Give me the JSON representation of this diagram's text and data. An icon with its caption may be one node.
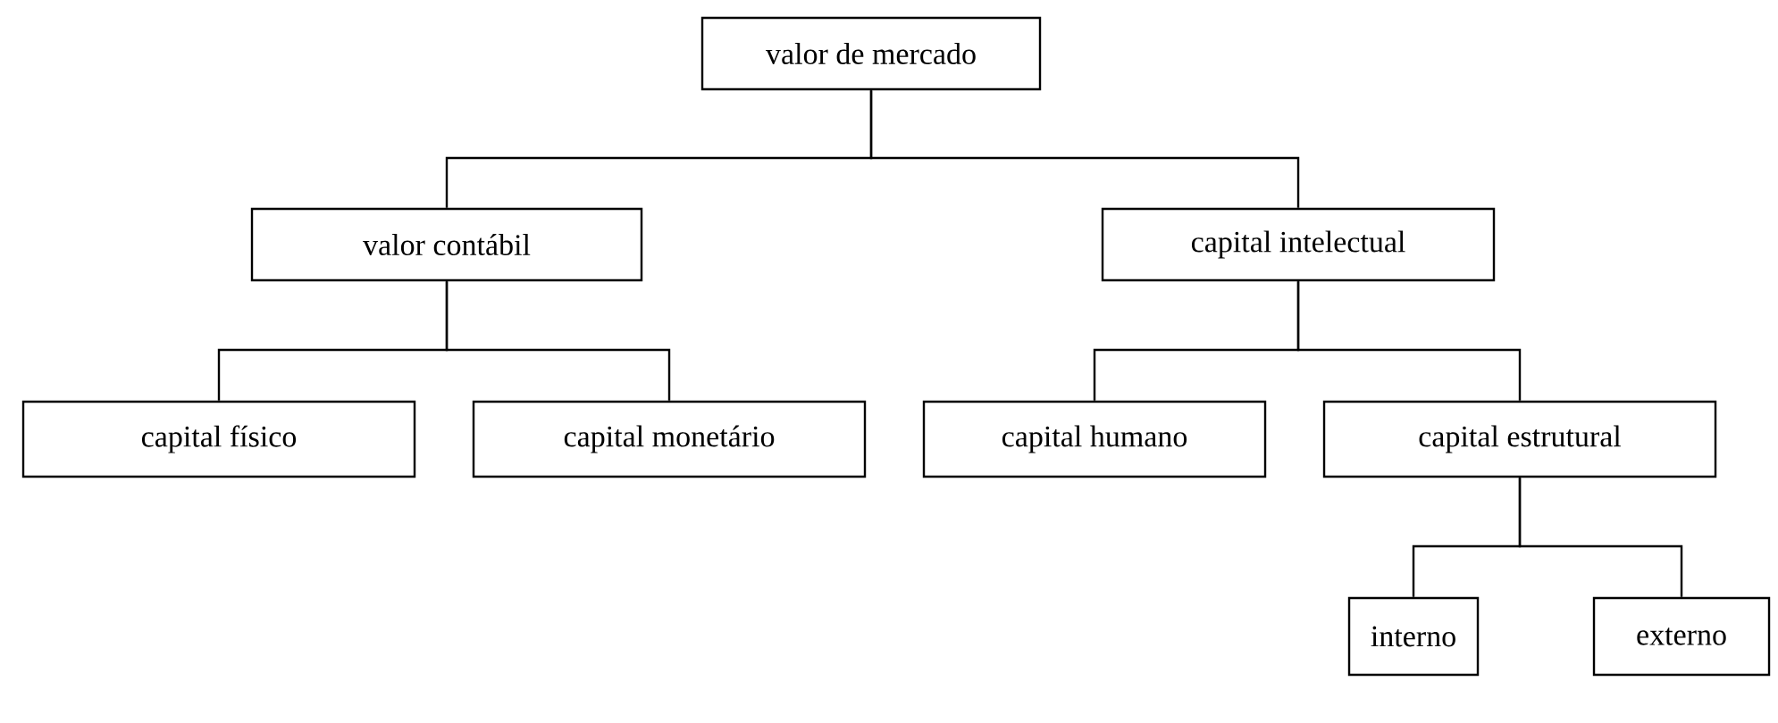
{
  "diagram": {
    "nodes": [
      {
        "text": [
          "valor de mercado"
        ]
      },
      {
        "text": [
          "valor contábil"
        ]
      },
      {
        "text": [
          "capital intelectual"
        ]
      },
      {
        "text": [
          "capital físico"
        ]
      },
      {
        "text": [
          "capital monetário"
        ]
      },
      {
        "text": [
          "capital humano"
        ]
      },
      {
        "text": [
          "capital estrutural"
        ]
      },
      {
        "text": [
          "interno"
        ]
      },
      {
        "text": [
          "externo"
        ]
      }
    ],
    "edges": [
      {
        "from": 0,
        "to": 1,
        "arrow": "none"
      },
      {
        "from": 0,
        "to": 2,
        "arrow": "none"
      },
      {
        "from": 1,
        "to": 3,
        "arrow": "none"
      },
      {
        "from": 1,
        "to": 4,
        "arrow": "none"
      },
      {
        "from": 2,
        "to": 5,
        "arrow": "none"
      },
      {
        "from": 2,
        "to": 6,
        "arrow": "none"
      },
      {
        "from": 6,
        "to": 7,
        "arrow": "none"
      },
      {
        "from": 6,
        "to": 8,
        "arrow": "none"
      }
    ]
  }
}
